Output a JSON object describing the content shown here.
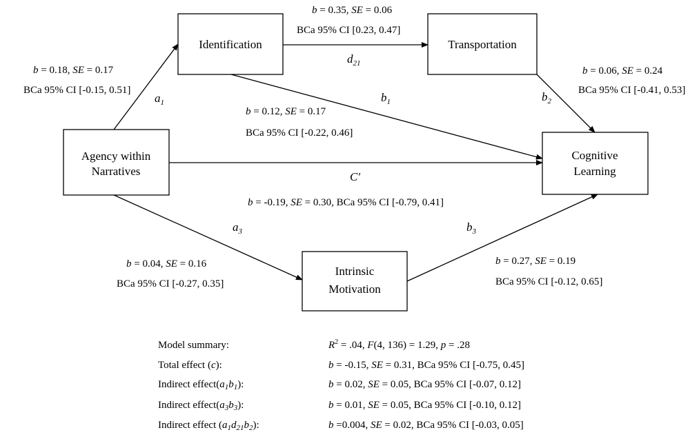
{
  "nodes": {
    "agency": {
      "line1": "Agency within",
      "line2": "Narratives"
    },
    "identification": {
      "label": "Identification"
    },
    "transportation": {
      "label": "Transportation"
    },
    "cognitive": {
      "line1": "Cognitive",
      "line2": "Learning"
    },
    "intrinsic": {
      "line1": "Intrinsic",
      "line2": "Motivation"
    }
  },
  "paths": {
    "a1": {
      "letter": "a",
      "sub": "1",
      "b": "0.18",
      "se": "0.17",
      "ci": "BCa 95% CI [-0.15, 0.51]"
    },
    "d21": {
      "letter": "d",
      "sub": "21",
      "b": "0.35",
      "se": "0.06",
      "ci": "BCa 95% CI [0.23, 0.47]"
    },
    "b1": {
      "letter": "b",
      "sub": "1",
      "b": "0.12",
      "se": "0.17",
      "ci": "BCa 95% CI [-0.22, 0.46]"
    },
    "b2": {
      "letter": "b",
      "sub": "2",
      "b": "0.06",
      "se": "0.24",
      "ci": "BCa 95% CI [-0.41, 0.53]"
    },
    "c_prime": {
      "letter": "C'",
      "b": "-0.19",
      "se": "0.30",
      "ci": "BCa 95% CI [-0.79, 0.41]"
    },
    "a3": {
      "letter": "a",
      "sub": "3",
      "b": "0.04",
      "se": "0.16",
      "ci": "BCa 95% CI [-0.27, 0.35]"
    },
    "b3": {
      "letter": "b",
      "sub": "3",
      "b": "0.27",
      "se": "0.19",
      "ci": "BCa 95% CI [-0.12, 0.65]"
    }
  },
  "stat_tokens": {
    "b": "b",
    "se": "SE",
    "eq": " = "
  },
  "summary": {
    "model": {
      "label": "Model summary:",
      "r2_letter": "R",
      "r2_exp": "2",
      "r2_value": " = .04, ",
      "f_letter": "F",
      "f_value": "(4, 136) = 1.29, ",
      "p_letter": "p",
      "p_value": " = .28"
    },
    "total": {
      "label_pre": "Total effect (",
      "label_c": "c",
      "label_post": "):",
      "b": "-0.15",
      "se": "0.31",
      "ci": "BCa 95% CI [-0.75, 0.45]"
    },
    "indirect1": {
      "label_pre": "Indirect effect(",
      "l1": "a",
      "s1": "1",
      "l2": "b",
      "s2": "1",
      "label_post": "):",
      "b": "0.02",
      "se": "0.05",
      "ci": "BCa 95% CI [-0.07, 0.12]"
    },
    "indirect2": {
      "label_pre": "Indirect effect(",
      "l1": "a",
      "s1": "3",
      "l2": "b",
      "s2": "3",
      "label_post": "):",
      "b": "0.01",
      "se": "0.05",
      "ci": "BCa 95% CI [-0.10, 0.12]"
    },
    "indirect3": {
      "label_pre": "Indirect effect (",
      "l1": "a",
      "s1": "1",
      "l2": "d",
      "s2": "21",
      "l3": "b",
      "s3": "2",
      "label_post": "):",
      "b": "0.004",
      "se": "0.02",
      "ci": "BCa 95% CI [-0.03, 0.05]"
    }
  },
  "colors": {
    "ink": "#000000",
    "background": "#ffffff"
  }
}
